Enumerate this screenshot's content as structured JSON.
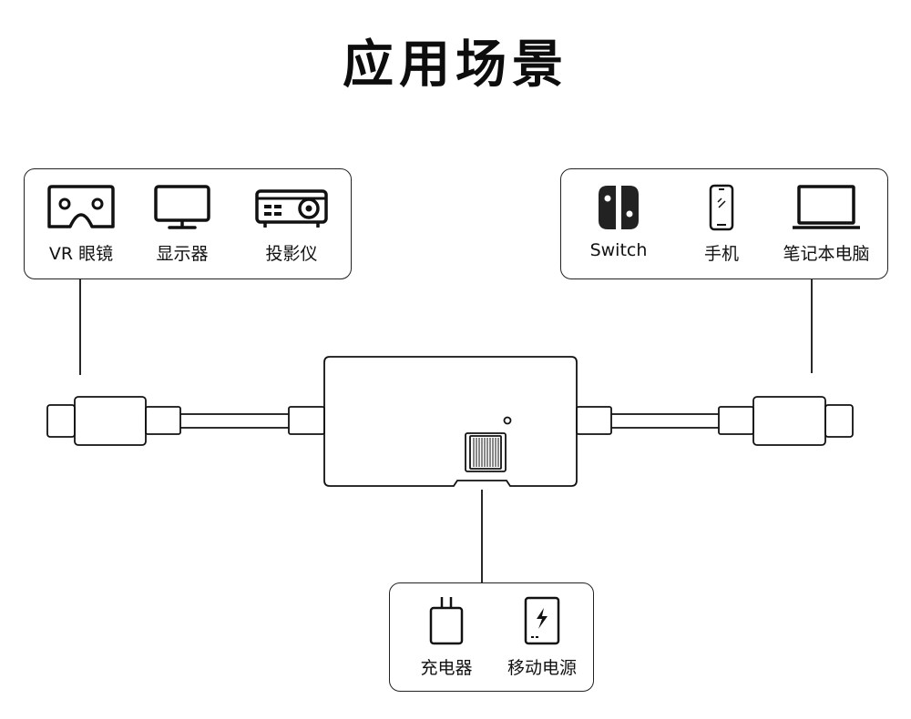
{
  "title": "应用场景",
  "left_panel": {
    "devices": [
      {
        "label": "VR 眼镜",
        "icon": "vr-headset-icon"
      },
      {
        "label": "显示器",
        "icon": "monitor-icon"
      },
      {
        "label": "投影仪",
        "icon": "projector-icon"
      }
    ]
  },
  "right_panel": {
    "devices": [
      {
        "label": "Switch",
        "icon": "game-console-icon"
      },
      {
        "label": "手机",
        "icon": "smartphone-icon"
      },
      {
        "label": "笔记本电脑",
        "icon": "laptop-icon"
      }
    ]
  },
  "bottom_panel": {
    "devices": [
      {
        "label": "充电器",
        "icon": "charger-icon"
      },
      {
        "label": "移动电源",
        "icon": "power-bank-icon"
      }
    ]
  }
}
